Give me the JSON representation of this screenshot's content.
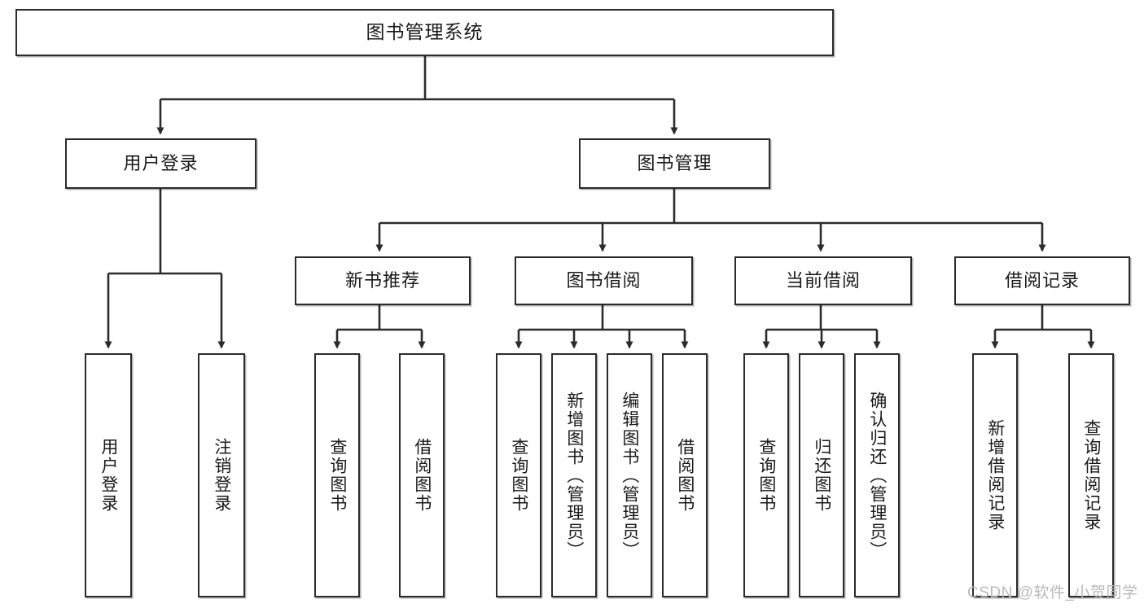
{
  "diagram": {
    "title": "图书管理系统",
    "watermark": "CSDN @软件_小贺同学",
    "line_color": "#2b2b2b",
    "box_fill": "#ffffff",
    "text_color": "#1a1a1a",
    "watermark_color": "#b9b9b9",
    "levels": {
      "root": {
        "label": "图书管理系统"
      },
      "level2": [
        {
          "label": "用户登录"
        },
        {
          "label": "图书管理"
        }
      ],
      "level3": [
        {
          "label": "新书推荐"
        },
        {
          "label": "图书借阅"
        },
        {
          "label": "当前借阅"
        },
        {
          "label": "借阅记录"
        }
      ],
      "leaves": {
        "user_login": [
          {
            "label": "用户登录"
          },
          {
            "label": "注销登录"
          }
        ],
        "new_book": [
          {
            "label": "查询图书"
          },
          {
            "label": "借阅图书"
          }
        ],
        "book_borrow": [
          {
            "label": "查询图书"
          },
          {
            "label": "新增图书（管理员）"
          },
          {
            "label": "编辑图书（管理员）"
          },
          {
            "label": "借阅图书"
          }
        ],
        "current_borrow": [
          {
            "label": "查询图书"
          },
          {
            "label": "归还图书"
          },
          {
            "label": "确认归还（管理员）"
          }
        ],
        "borrow_record": [
          {
            "label": "新增借阅记录"
          },
          {
            "label": "查询借阅记录"
          }
        ]
      }
    }
  }
}
